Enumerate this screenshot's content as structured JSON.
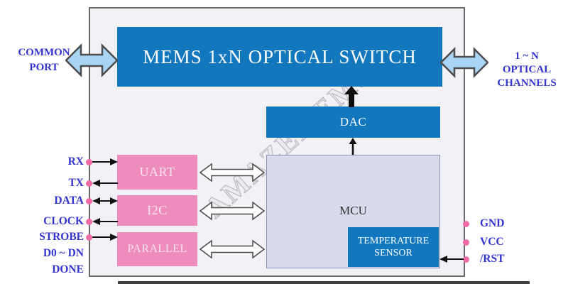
{
  "diagram": {
    "watermark": "AMAZEMEMS",
    "title_block": {
      "label": "MEMS 1xN OPTICAL SWITCH"
    },
    "ports": {
      "common": {
        "line1": "COMMON",
        "line2": "PORT"
      },
      "channels": {
        "line1": "1 ~ N",
        "line2": "OPTICAL",
        "line3": "CHANNELS"
      }
    },
    "blocks": {
      "dac": {
        "label": "DAC"
      },
      "mcu": {
        "label": "MCU"
      },
      "temp_sensor": {
        "line1": "TEMPERATURE",
        "line2": "SENSOR"
      },
      "uart": {
        "label": "UART"
      },
      "i2c": {
        "label": "I2C"
      },
      "parallel": {
        "label": "PARALLEL"
      }
    },
    "left_pins": [
      {
        "label": "RX",
        "direction": "in"
      },
      {
        "label": "TX",
        "direction": "out"
      },
      {
        "label": "DATA",
        "direction": "bidirectional"
      },
      {
        "label": "CLOCK",
        "direction": "out"
      },
      {
        "label": "STROBE",
        "direction": "in"
      },
      {
        "label": "D0 ~ DN",
        "direction": "none"
      },
      {
        "label": "DONE",
        "direction": "none"
      }
    ],
    "right_pins": [
      {
        "label": "GND",
        "direction": "none"
      },
      {
        "label": "VCC",
        "direction": "none"
      },
      {
        "label": "/RST",
        "direction": "in"
      }
    ],
    "colors": {
      "block_blue": "#1277bd",
      "block_pink": "#ed8cbd",
      "pin_dot_pink": "#ef6ba8",
      "label_blue": "#3434cf",
      "mcu_fill": "#d9dbec",
      "big_arrow_fill": "#a9d4f4",
      "enclosure_fill": "#f2f2f6"
    }
  }
}
